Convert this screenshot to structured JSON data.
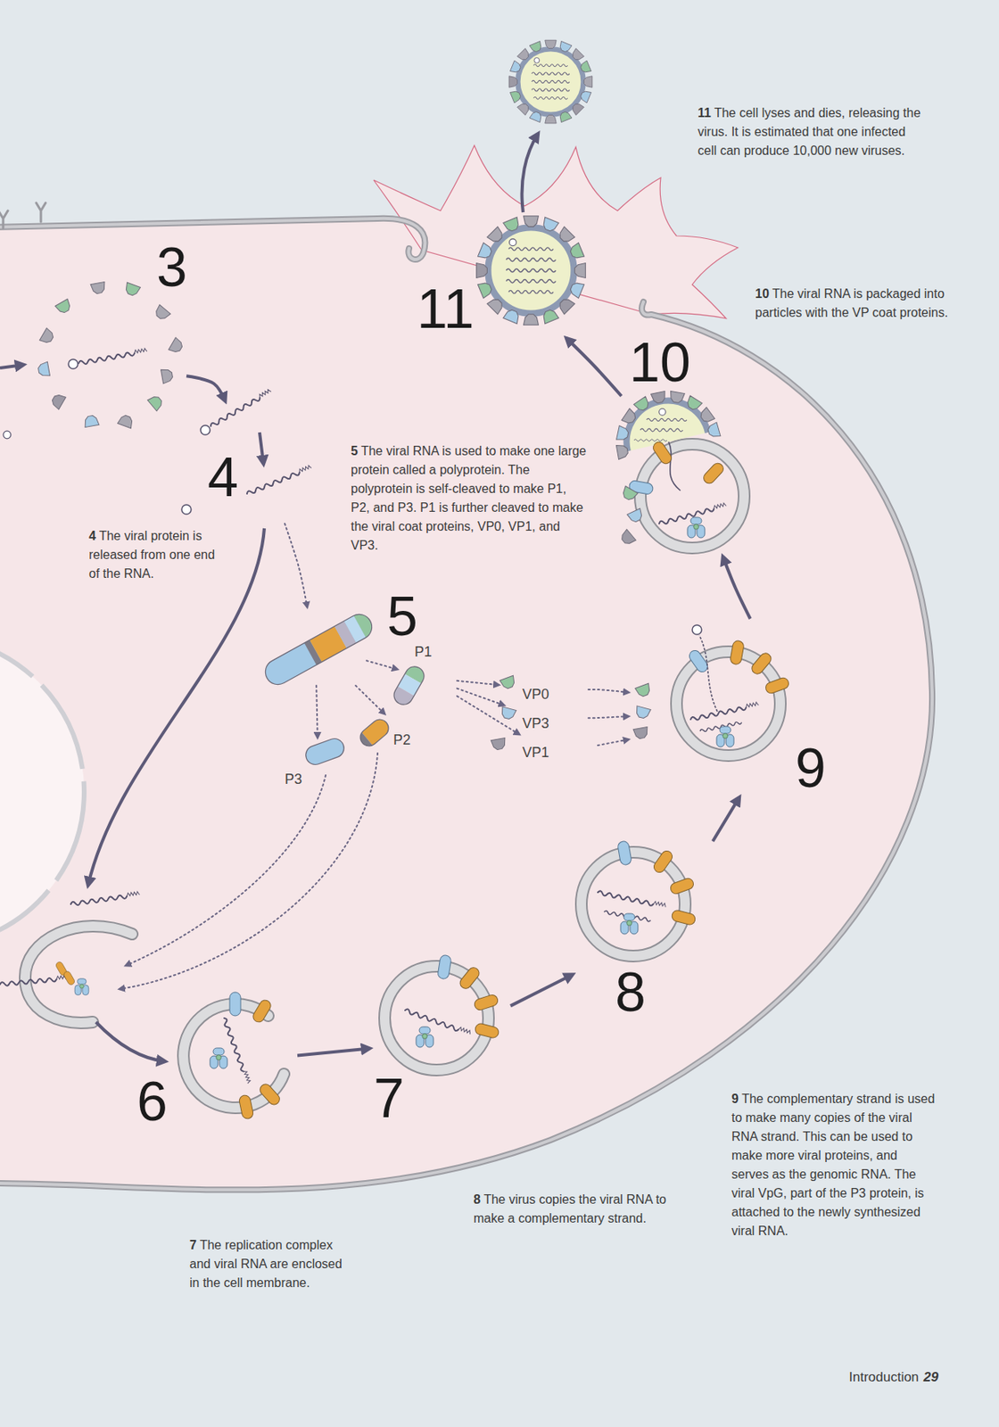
{
  "diagram": {
    "nodes": [
      {
        "text": [
          "3"
        ]
      },
      {
        "text": [
          "4"
        ]
      },
      {
        "text": [
          "5"
        ]
      },
      {
        "text": [
          "P1"
        ]
      },
      {
        "text": [
          "P2"
        ]
      },
      {
        "text": [
          "P3"
        ]
      },
      {
        "text": [
          "VP0"
        ]
      },
      {
        "text": [
          "VP3"
        ]
      },
      {
        "text": [
          "VP1"
        ]
      },
      {
        "text": [
          "6"
        ]
      },
      {
        "text": [
          "7"
        ]
      },
      {
        "text": [
          "8"
        ]
      },
      {
        "text": [
          "9"
        ]
      },
      {
        "text": [
          "10"
        ]
      },
      {
        "text": [
          "11"
        ]
      }
    ],
    "edges": [
      {
        "from": 0,
        "to": 1,
        "arrow": "to"
      },
      {
        "from": 1,
        "to": 2,
        "arrow": "to"
      },
      {
        "from": 2,
        "to": 3,
        "arrow": "to"
      },
      {
        "from": 2,
        "to": 4,
        "arrow": "to"
      },
      {
        "from": 2,
        "to": 5,
        "arrow": "to"
      },
      {
        "from": 3,
        "to": 6,
        "arrow": "to"
      },
      {
        "from": 3,
        "to": 7,
        "arrow": "to"
      },
      {
        "from": 3,
        "to": 8,
        "arrow": "to"
      },
      {
        "from": 6,
        "to": 12,
        "arrow": "to"
      },
      {
        "from": 7,
        "to": 12,
        "arrow": "to"
      },
      {
        "from": 8,
        "to": 12,
        "arrow": "to"
      },
      {
        "from": 9,
        "to": 10,
        "arrow": "to"
      },
      {
        "from": 10,
        "to": 11,
        "arrow": "to"
      },
      {
        "from": 11,
        "to": 12,
        "arrow": "to"
      },
      {
        "from": 12,
        "to": 13,
        "arrow": "to"
      },
      {
        "from": 13,
        "to": 14,
        "arrow": "to"
      }
    ],
    "labels": [
      "11",
      "The cell lyses and dies, releasing the virus. It is estimated that one infected cell can produce 10,000 new viruses.",
      "10",
      "The viral RNA is packaged into particles with the VP coat proteins.",
      "5",
      "The viral RNA is used to make one large protein called a polyprotein. The polyprotein is self-cleaved to make P1, P2, and P3. P1 is further cleaved to make the viral coat proteins, VP0, VP1, and VP3.",
      "4",
      "The viral protein is released from one end of the RNA.",
      "9",
      "The complementary strand is used to make many copies of the viral RNA strand. This can be used to make more viral proteins, and serves as the genomic RNA. The viral VpG, part of the P3 protein, is attached to the newly synthesized viral RNA.",
      "8",
      "The virus copies the viral RNA to make a complementary strand.",
      "7",
      "The replication complex and viral RNA are enclosed in the cell membrane.",
      "Introduction",
      "29"
    ]
  }
}
